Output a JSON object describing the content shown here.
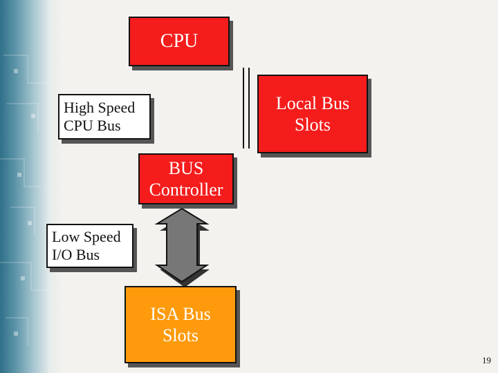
{
  "slide": {
    "page_number": "19"
  },
  "diagram": {
    "cpu": "CPU",
    "high_speed_bus": "High Speed\nCPU Bus",
    "local_bus_slots": "Local Bus\nSlots",
    "bus_controller": "BUS\nController",
    "low_speed_bus": "Low Speed\nI/O Bus",
    "isa_bus_slots": "ISA Bus\nSlots"
  },
  "colors": {
    "red_box": "#f51c1c",
    "orange_box": "#ff9a0c",
    "arrow": "#777777"
  }
}
